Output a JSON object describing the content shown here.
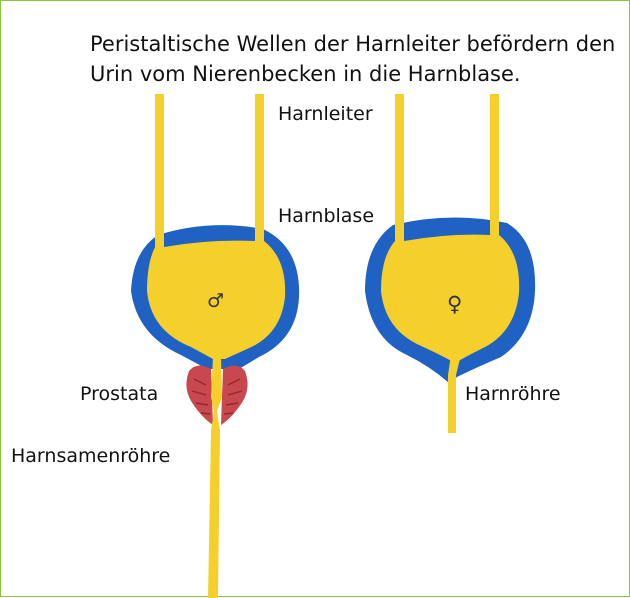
{
  "caption": {
    "line1": "Peristaltische Wellen der Harnleiter befördern den",
    "line2": "Urin vom Nierenbecken in die Harnblase."
  },
  "labels": {
    "ureter": "Harnleiter",
    "bladder": "Harnblase",
    "prostate": "Prostata",
    "urethra_male": "Harnsamenröhre",
    "urethra_female": "Harnröhre"
  },
  "symbols": {
    "male": "♂",
    "female": "♀"
  },
  "colors": {
    "urine": "#f5d02c",
    "bladder_wall": "#1f62c4",
    "prostate": "#c8484e",
    "frame_border": "#8cc43c"
  }
}
